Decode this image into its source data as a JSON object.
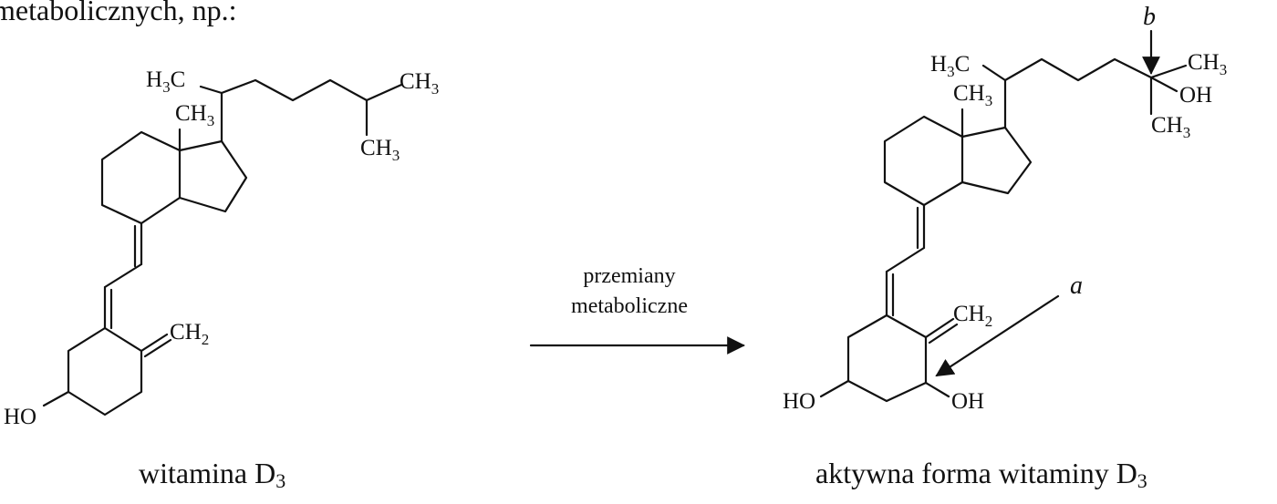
{
  "intro_text": "metabolicznych, np.:",
  "left_molecule": {
    "caption": "witamina D",
    "caption_sub": "3",
    "labels": {
      "h3c": {
        "main": "H",
        "sub": "3",
        "tail": "C"
      },
      "ch3_top": {
        "main": "CH",
        "sub": "3"
      },
      "ch3_mid": {
        "main": "CH",
        "sub": "3"
      },
      "ch3_angular": {
        "main": "CH",
        "sub": "3"
      },
      "ch2": {
        "main": "CH",
        "sub": "2"
      },
      "ho": "HO"
    }
  },
  "reaction_arrow": {
    "line1": "przemiany",
    "line2": "metaboliczne"
  },
  "right_molecule": {
    "caption": "aktywna forma witaminy D",
    "caption_sub": "3",
    "labels": {
      "h3c": {
        "main": "H",
        "sub": "3",
        "tail": "C"
      },
      "ch3_top": {
        "main": "CH",
        "sub": "3"
      },
      "oh_side": "OH",
      "ch3_bottom": {
        "main": "CH",
        "sub": "3"
      },
      "ch3_angular": {
        "main": "CH",
        "sub": "3"
      },
      "ch2": {
        "main": "CH",
        "sub": "2"
      },
      "ho": "HO",
      "oh_ring": "OH",
      "marker_a": "a",
      "marker_b": "b"
    }
  }
}
